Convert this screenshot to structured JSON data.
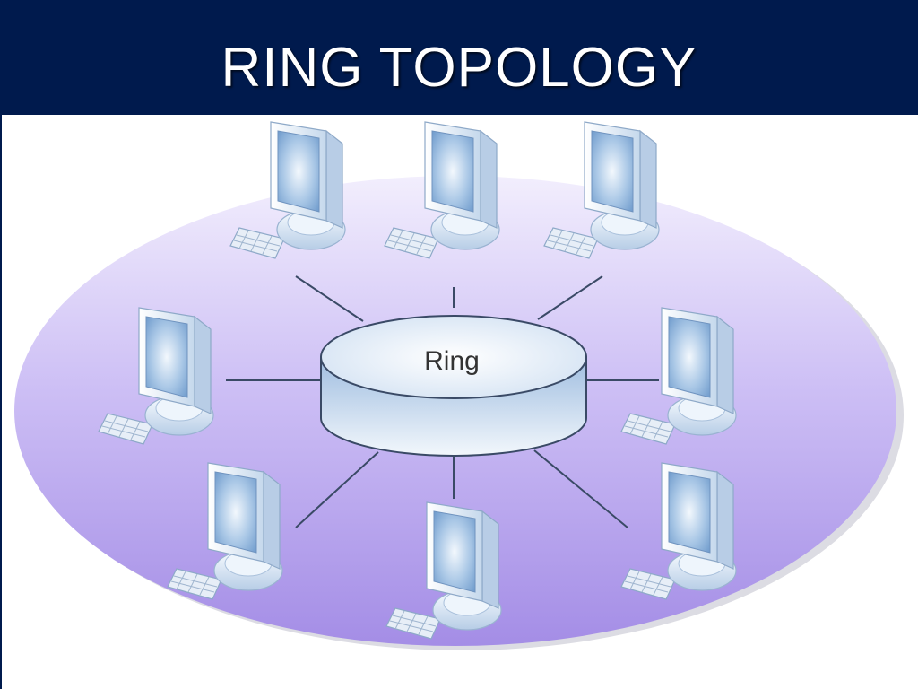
{
  "slide": {
    "title": "RING TOPOLOGY"
  },
  "diagram": {
    "hub_label": "Ring",
    "workstation_count": 8
  },
  "colors": {
    "title_bar": "#001a4d",
    "title_text": "#ffffff",
    "platform": "#b9a6ee",
    "hub": "#d4e4f5",
    "monitor_screen": "#8fb5dc",
    "link_line": "#3a4a66"
  },
  "icons": [
    "computer-monitor-icon",
    "keyboard-icon",
    "ring-hub-icon"
  ]
}
